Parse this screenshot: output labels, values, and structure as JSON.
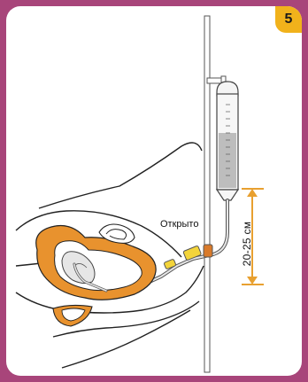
{
  "badge": {
    "step_number": "5",
    "color": "#f1b21b"
  },
  "labels": {
    "clamp_state": "Открыто",
    "height_range": "20-25 см"
  },
  "colors": {
    "frame": "#a8457a",
    "tissue": "#e8922e",
    "connector": "#f3d43a",
    "arrow": "#e8a030"
  }
}
